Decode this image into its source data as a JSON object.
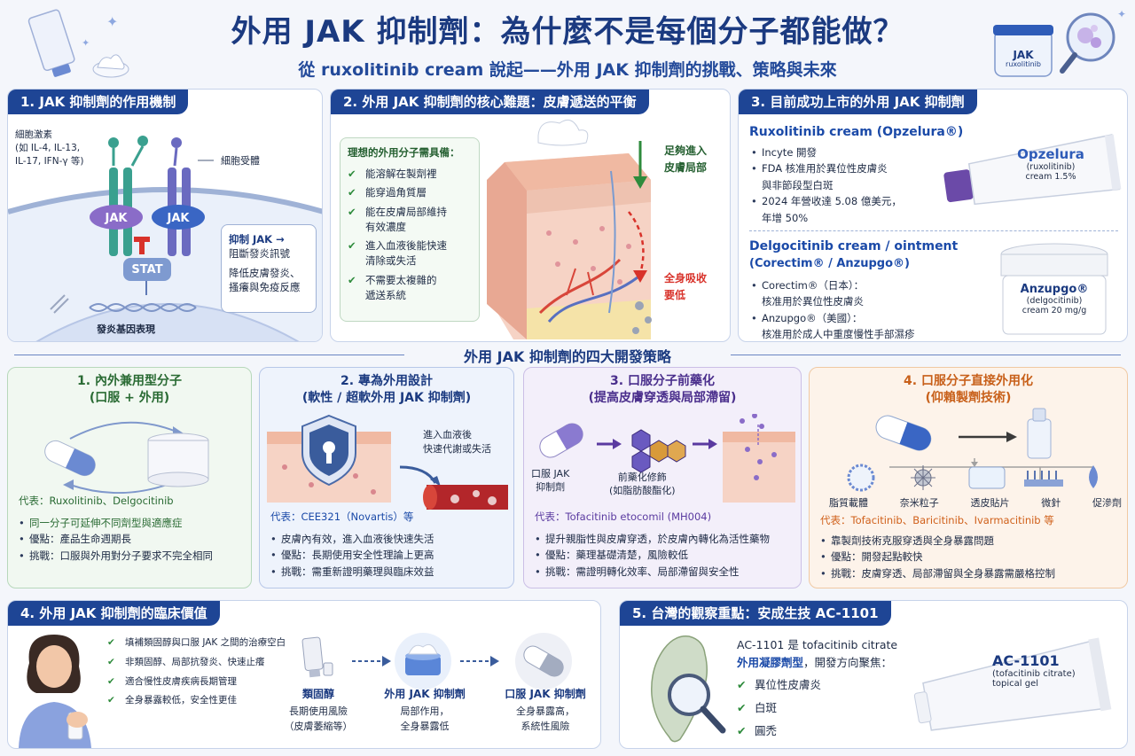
{
  "header": {
    "title": "外用 JAK 抑制劑：為什麼不是每個分子都能做？",
    "subtitle": "從 ruxolitinib cream 說起——外用 JAK 抑制劑的挑戰、策略與未來",
    "jar_label_1": "JAK",
    "jar_label_2": "ruxolitinib"
  },
  "s1": {
    "title": "1. JAK 抑制劑的作用機制",
    "cytokine_label": "細胞激素\n(如 IL-4, IL-13,\nIL-17, IFN-γ 等)",
    "receptor_label": "細胞受體",
    "jak1": "JAK",
    "jak2": "JAK",
    "stat": "STAT",
    "gene_label": "發炎基因表現",
    "inhibit_line1": "抑制 JAK →",
    "inhibit_line2": "阻斷發炎訊號",
    "inhibit_line3": "降低皮膚發炎、",
    "inhibit_line4": "搔癢與免疫反應"
  },
  "s2": {
    "title": "2. 外用 JAK 抑制劑的核心難題：皮膚遞送的平衡",
    "box_title": "理想的外用分子需具備：",
    "items": [
      "能溶解在製劑裡",
      "能穿過角質層",
      "能在皮膚局部維持\n有效濃度",
      "進入血液後能快速\n清除或失活",
      "不需要太複雜的\n遞送系統"
    ],
    "arrow_top": "足夠進入\n皮膚局部",
    "arrow_bottom": "全身吸收\n要低"
  },
  "s3": {
    "title": "3. 目前成功上市的外用 JAK 抑制劑",
    "drug1_name": "Ruxolitinib cream (Opzelura®)",
    "drug1_items": [
      "Incyte 開發",
      "FDA 核准用於異位性皮膚炎\n與非節段型白斑",
      "2024 年營收達 5.08 億美元，\n年增 50%"
    ],
    "tube1_brand": "Opzelura",
    "tube1_sub": "(ruxolitinib)",
    "tube1_dose": "cream 1.5%",
    "drug2_name": "Delgocitinib cream / ointment",
    "drug2_brand": "(Corectim® / Anzupgo®)",
    "drug2_items": [
      "Corectim®（日本）：\n核准用於異位性皮膚炎",
      "Anzupgo®（美國）：\n核准用於成人中重度慢性手部濕疹"
    ],
    "jar2_brand": "Anzupgo®",
    "jar2_sub": "(delgocitinib)",
    "jar2_dose": "cream 20 mg/g"
  },
  "strategies_title": "外用 JAK 抑制劑的四大開發策略",
  "st1": {
    "title": "1. 內外兼用型分子\n(口服 + 外用)",
    "rep": "代表：Ruxolitinib、Delgocitinib",
    "items": [
      "同一分子可延伸不同劑型與適應症",
      "優點：產品生命週期長",
      "挑戰：口服與外用對分子要求不完全相同"
    ]
  },
  "st2": {
    "title": "2. 專為外用設計\n(軟性 / 超軟外用 JAK 抑制劑)",
    "note": "進入血液後\n快速代謝或失活",
    "rep": "代表：CEE321（Novartis）等",
    "items": [
      "皮膚內有效，進入血液後快速失活",
      "優點：長期使用安全性理論上更高",
      "挑戰：需重新證明藥理與臨床效益"
    ]
  },
  "st3": {
    "title": "3. 口服分子前藥化\n(提高皮膚穿透與局部滯留)",
    "oral_label": "口服 JAK\n抑制劑",
    "mod_label": "前藥化修飾\n(如脂肪酸酯化)",
    "rep": "代表：Tofacitinib etocomil (MH004)",
    "items": [
      "提升親脂性與皮膚穿透，於皮膚內轉化為活性藥物",
      "優點：藥理基礎清楚，風險較低",
      "挑戰：需證明轉化效率、局部滯留與安全性"
    ]
  },
  "st4": {
    "title": "4. 口服分子直接外用化\n(仰賴製劑技術)",
    "techs": [
      "脂質載體",
      "奈米粒子",
      "透皮貼片",
      "微針",
      "促滲劑"
    ],
    "rep": "代表：Tofacitinib、Baricitinib、Ivarmacitinib 等",
    "items": [
      "靠製劑技術克服穿透與全身暴露問題",
      "優點：開發起點較快",
      "挑戰：皮膚穿透、局部滯留與全身暴露需嚴格控制"
    ]
  },
  "s4": {
    "title": "4. 外用 JAK 抑制劑的臨床價值",
    "items": [
      "填補類固醇與口服 JAK 之間的治療空白",
      "非類固醇、局部抗發炎、快速止癢",
      "適合慢性皮膚疾病長期管理",
      "全身暴露較低，安全性更佳"
    ],
    "col1_title": "類固醇",
    "col1_desc": "長期使用風險\n（皮膚萎縮等）",
    "col2_title": "外用 JAK 抑制劑",
    "col2_desc": "局部作用，\n全身暴露低",
    "col3_title": "口服 JAK 抑制劑",
    "col3_desc": "全身暴露高，\n系統性風險"
  },
  "s5": {
    "title": "5. 台灣的觀察重點：安成生技 AC-1101",
    "desc_line1": "AC-1101 是 tofacitinib citrate",
    "desc_line2": "外用凝膠劑型",
    "desc_line2b": "，開發方向聚焦：",
    "items": [
      "異位性皮膚炎",
      "白斑",
      "圓禿"
    ],
    "tube_brand": "AC-1101",
    "tube_sub": "(tofacitinib citrate)",
    "tube_dose": "topical gel"
  },
  "colors": {
    "navy": "#1e4595",
    "green_accent": "#2e8b3c",
    "blue_accent": "#1b4aa8",
    "purple_accent": "#5a3aa0",
    "orange_accent": "#e0762a",
    "red_accent": "#d8322a"
  }
}
